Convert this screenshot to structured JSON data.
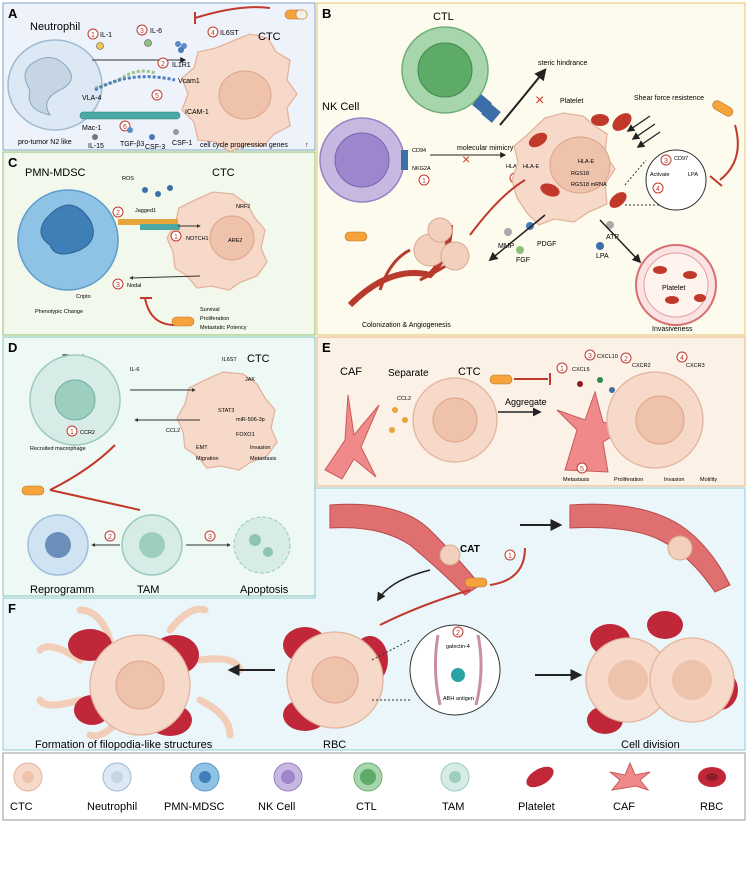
{
  "panels": {
    "A": {
      "letter": "A",
      "neutrophil": "Neutrophil",
      "ctc": "CTC",
      "il1": "IL-1",
      "il6": "IL-6",
      "il6st": "IL6ST",
      "il1r1": "IL1R1",
      "vcam1": "Vcam1",
      "vla4": "VLA-4",
      "icam1": "ICAM-1",
      "mac1": "Mac-1",
      "n2": "pro-tumor N2 like",
      "il15": "IL-15",
      "tgfb3": "TGF-β3",
      "csf3": "CSF-3",
      "csf1": "CSF-1",
      "ccp": "cell cycle progression genes",
      "nums": [
        "1",
        "2",
        "3",
        "4",
        "5",
        "6"
      ]
    },
    "B": {
      "letter": "B",
      "ctl": "CTL",
      "nk": "NK Cell",
      "steric": "steric hindrance",
      "platelet": "Platelet",
      "shear": "Shear force resistence",
      "mimicry": "molecular mimicry",
      "cd94": "CD94",
      "nkg2a": "NKG2A",
      "hlae": "HLA-E",
      "hlae2": "HLA-E",
      "hlae3": "HLA-E",
      "rgs18": "RGS18",
      "rgs18m": "RGS18 mRNA",
      "cd97": "CD97",
      "activate": "Activate",
      "lpa_r": "LPA",
      "pdgf": "PDGF",
      "mmp": "MMP",
      "fgf": "FGF",
      "atp": "ATP",
      "lpa": "LPA",
      "colon": "Colonization & Angiogenesis",
      "platelet2": "Platelet",
      "invasive": "Invasiveness",
      "nums": [
        "1",
        "2",
        "3",
        "4"
      ]
    },
    "C": {
      "letter": "C",
      "pmn": "PMN-MDSC",
      "ctc": "CTC",
      "ros": "ROS",
      "nrf2": "NRF2",
      "jagged1": "Jagged1",
      "notch1": "NOTCH1",
      "are2": "ARE2",
      "cripto": "Cripto",
      "nodal": "Nodal",
      "pheno": "Phenotypic Change",
      "survival": "Survival",
      "prolif": "Proliferation",
      "meta": "Metastatic Potency",
      "nums": [
        "1",
        "2",
        "3"
      ]
    },
    "D": {
      "letter": "D",
      "tam": "TAM",
      "ctc": "CTC",
      "il6": "IL-6",
      "il6st": "IL6ST",
      "jak": "JAK",
      "stat3": "STAT3",
      "mir": "miR-506-3p",
      "foxo1": "FOXO1",
      "ccl2": "CCL2",
      "ccr2": "CCR2",
      "recruited": "Recruited macrophage",
      "emt": "EMT",
      "invasion": "Invasion",
      "migration": "Migration",
      "metastasis": "Metastasis",
      "reprogramm": "Reprogramm",
      "tam2": "TAM",
      "apoptosis": "Apoptosis",
      "nums": [
        "1",
        "2",
        "3"
      ]
    },
    "E": {
      "letter": "E",
      "caf": "CAF",
      "separate": "Separate",
      "ctc": "CTC",
      "ccl2": "CCL2",
      "aggregate": "Aggregate",
      "cxcl5": "CXCL5",
      "cxcl10": "CXCL10",
      "cxcr2": "CXCR2",
      "cxcr3": "CXCR3",
      "metastasis": "Metastasis",
      "prolif": "Proliferation",
      "invasion": "Invasion",
      "motility": "Motility",
      "nums": [
        "1",
        "2",
        "3",
        "4",
        "5"
      ]
    },
    "F": {
      "letter": "F",
      "cat": "CAT",
      "filo": "Formation of filopodia-like structures",
      "rbc": "RBC",
      "galectin": "galectin-4",
      "abh": "ABH antigen",
      "division": "Cell division",
      "nums": [
        "1",
        "2"
      ]
    }
  },
  "legend": {
    "items": [
      "CTC",
      "Neutrophil",
      "PMN-MDSC",
      "NK Cell",
      "CTL",
      "TAM",
      "Platelet",
      "CAF",
      "RBC"
    ]
  }
}
